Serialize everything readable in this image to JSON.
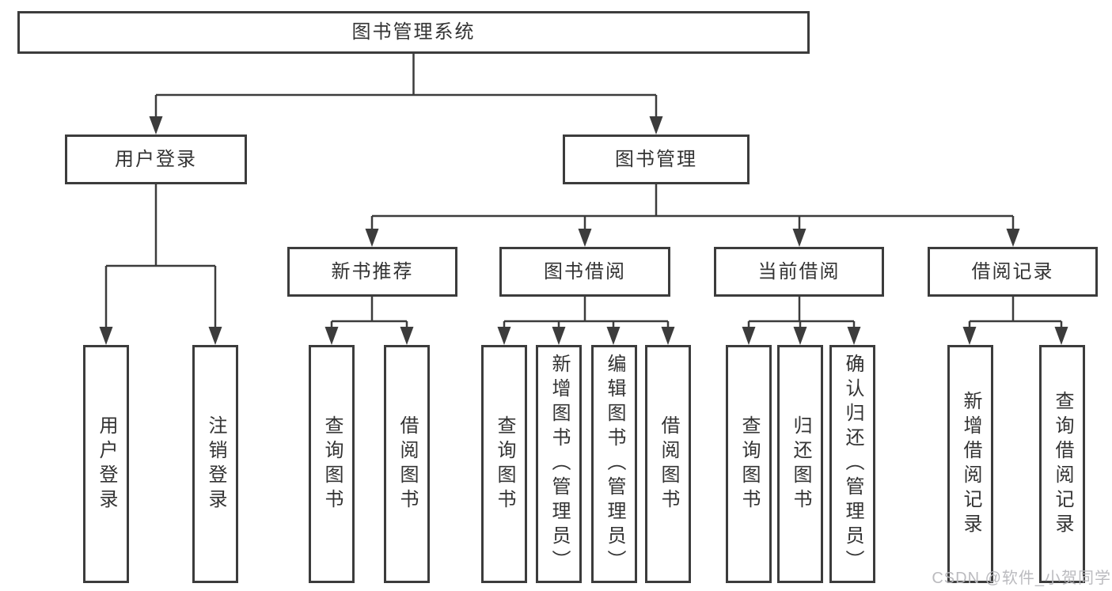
{
  "diagram": {
    "root": {
      "label": "图书管理系统"
    },
    "level2": [
      {
        "label": "用户登录"
      },
      {
        "label": "图书管理"
      }
    ],
    "level3": [
      {
        "label": "新书推荐"
      },
      {
        "label": "图书借阅"
      },
      {
        "label": "当前借阅"
      },
      {
        "label": "借阅记录"
      }
    ],
    "leaves": [
      {
        "label": "用户登录"
      },
      {
        "label": "注销登录"
      },
      {
        "label": "查询图书"
      },
      {
        "label": "借阅图书"
      },
      {
        "label": "查询图书"
      },
      {
        "label": "新增图书（管理员）"
      },
      {
        "label": "编辑图书（管理员）"
      },
      {
        "label": "借阅图书"
      },
      {
        "label": "查询图书"
      },
      {
        "label": "归还图书"
      },
      {
        "label": "确认归还（管理员）"
      },
      {
        "label": "新增借阅记录"
      },
      {
        "label": "查询借阅记录"
      }
    ],
    "line_color": "#3c3c3c",
    "background_color": "#ffffff"
  },
  "watermark": {
    "text": "CSDN @软件_小贺同学",
    "color": "#b7b7bc"
  }
}
